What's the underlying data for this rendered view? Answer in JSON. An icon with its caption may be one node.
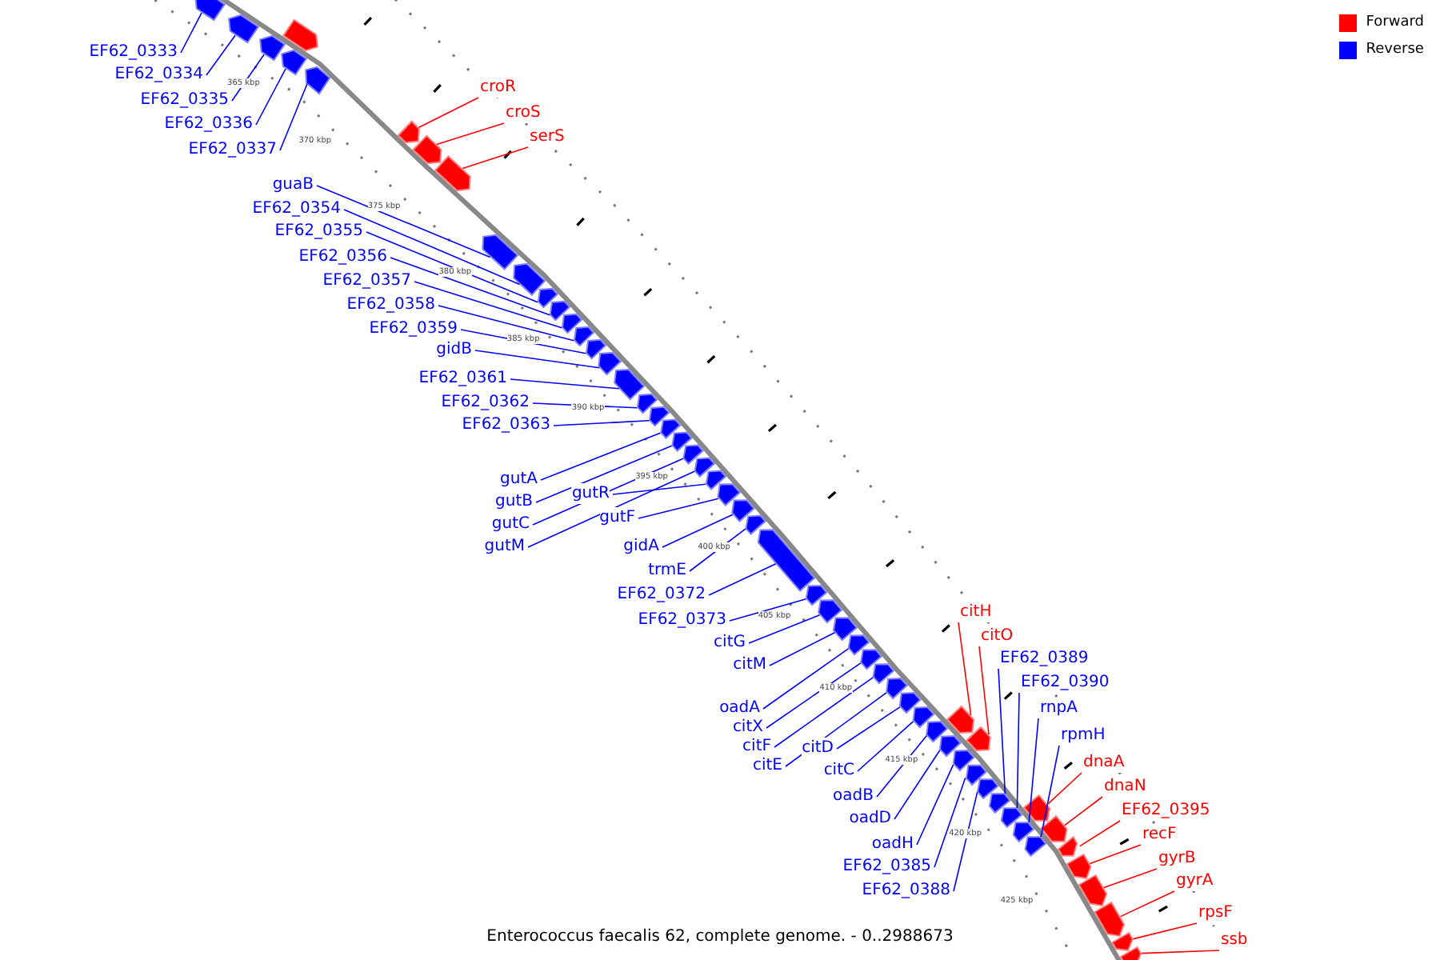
{
  "diagram": {
    "caption": "Enterococcus faecalis 62, complete genome. - 0..2988673",
    "nodes": [
      {
        "text": [
          "EF62_0333"
        ]
      },
      {
        "text": [
          "EF62_0334"
        ]
      },
      {
        "text": [
          "EF62_0335"
        ]
      },
      {
        "text": [
          "EF62_0336"
        ]
      },
      {
        "text": [
          "EF62_0337"
        ]
      },
      {
        "text": [
          "croR"
        ]
      },
      {
        "text": [
          "croS"
        ]
      },
      {
        "text": [
          "serS"
        ]
      },
      {
        "text": [
          "guaB"
        ]
      },
      {
        "text": [
          "EF62_0354"
        ]
      },
      {
        "text": [
          "EF62_0355"
        ]
      },
      {
        "text": [
          "EF62_0356"
        ]
      },
      {
        "text": [
          "EF62_0357"
        ]
      },
      {
        "text": [
          "EF62_0358"
        ]
      },
      {
        "text": [
          "EF62_0359"
        ]
      },
      {
        "text": [
          "gidB"
        ]
      },
      {
        "text": [
          "EF62_0361"
        ]
      },
      {
        "text": [
          "EF62_0362"
        ]
      },
      {
        "text": [
          "EF62_0363"
        ]
      },
      {
        "text": [
          "gutA"
        ]
      },
      {
        "text": [
          "gutR"
        ]
      },
      {
        "text": [
          "gutB"
        ]
      },
      {
        "text": [
          "gutF"
        ]
      },
      {
        "text": [
          "gutC"
        ]
      },
      {
        "text": [
          "gutM"
        ]
      },
      {
        "text": [
          "gidA"
        ]
      },
      {
        "text": [
          "trmE"
        ]
      },
      {
        "text": [
          "EF62_0372"
        ]
      },
      {
        "text": [
          "EF62_0373"
        ]
      },
      {
        "text": [
          "citG"
        ]
      },
      {
        "text": [
          "citM"
        ]
      },
      {
        "text": [
          "citH"
        ]
      },
      {
        "text": [
          "citO"
        ]
      },
      {
        "text": [
          "EF62_0389"
        ]
      },
      {
        "text": [
          "EF62_0390"
        ]
      },
      {
        "text": [
          "rnpA"
        ]
      },
      {
        "text": [
          "rpmH"
        ]
      },
      {
        "text": [
          "oadA"
        ]
      },
      {
        "text": [
          "citX"
        ]
      },
      {
        "text": [
          "citD"
        ]
      },
      {
        "text": [
          "citF"
        ]
      },
      {
        "text": [
          "citE"
        ]
      },
      {
        "text": [
          "citC"
        ]
      },
      {
        "text": [
          "dnaA"
        ]
      },
      {
        "text": [
          "dnaN"
        ]
      },
      {
        "text": [
          "oadB"
        ]
      },
      {
        "text": [
          "EF62_0395"
        ]
      },
      {
        "text": [
          "oadD"
        ]
      },
      {
        "text": [
          "recF"
        ]
      },
      {
        "text": [
          "oadH"
        ]
      },
      {
        "text": [
          "gyrB"
        ]
      },
      {
        "text": [
          "EF62_0385"
        ]
      },
      {
        "text": [
          "gyrA"
        ]
      },
      {
        "text": [
          "EF62_0388"
        ]
      },
      {
        "text": [
          "rpsF"
        ]
      },
      {
        "text": [
          "ssb"
        ]
      },
      {
        "text": [],
        "shape": "bar"
      },
      {
        "text": [],
        "shape": "bar"
      },
      {
        "text": [],
        "shape": "bar"
      },
      {
        "text": [],
        "shape": "bar"
      },
      {
        "text": [],
        "shape": "bar"
      },
      {
        "text": [],
        "shape": "bar"
      },
      {
        "text": [],
        "shape": "bar"
      },
      {
        "text": [],
        "shape": "bar"
      },
      {
        "text": [],
        "shape": "bar"
      },
      {
        "text": [],
        "shape": "bar"
      },
      {
        "text": [],
        "shape": "bar"
      },
      {
        "text": [],
        "shape": "bar"
      },
      {
        "text": [],
        "shape": "bar"
      },
      {
        "text": [],
        "shape": "bar"
      },
      {
        "text": [],
        "shape": "bar"
      },
      {
        "text": [],
        "shape": "bar"
      },
      {
        "text": [],
        "shape": "bar"
      },
      {
        "text": [],
        "shape": "bar"
      },
      {
        "text": [],
        "shape": "bar"
      },
      {
        "text": [],
        "shape": "bar"
      },
      {
        "text": [],
        "shape": "bar"
      },
      {
        "text": [],
        "shape": "bar"
      },
      {
        "text": [],
        "shape": "bar"
      },
      {
        "text": [],
        "shape": "bar"
      },
      {
        "text": [],
        "shape": "bar"
      },
      {
        "text": [],
        "shape": "bar"
      },
      {
        "text": [],
        "shape": "bar"
      },
      {
        "text": [],
        "shape": "bar"
      },
      {
        "text": [],
        "shape": "bar"
      },
      {
        "text": [],
        "shape": "bar"
      },
      {
        "text": [],
        "shape": "bar"
      },
      {
        "text": [],
        "shape": "bar"
      },
      {
        "text": [],
        "shape": "bar"
      },
      {
        "text": [],
        "shape": "bar"
      },
      {
        "text": [],
        "shape": "bar"
      },
      {
        "text": [],
        "shape": "bar"
      },
      {
        "text": [],
        "shape": "bar"
      },
      {
        "text": [],
        "shape": "bar"
      },
      {
        "text": [],
        "shape": "bar"
      },
      {
        "text": [],
        "shape": "bar"
      },
      {
        "text": [],
        "shape": "bar"
      },
      {
        "text": [],
        "shape": "bar"
      },
      {
        "text": [],
        "shape": "bar"
      },
      {
        "text": [],
        "shape": "bar"
      },
      {
        "text": [],
        "shape": "bar"
      },
      {
        "text": [],
        "shape": "bar"
      },
      {
        "text": [],
        "shape": "bar"
      },
      {
        "text": [],
        "shape": "bar"
      },
      {
        "text": [],
        "shape": "bar"
      },
      {
        "text": [],
        "shape": "bar"
      },
      {
        "text": [],
        "shape": "bar"
      },
      {
        "text": [],
        "shape": "bar"
      },
      {
        "text": [],
        "shape": "bar"
      },
      {
        "text": [],
        "shape": "bar"
      },
      {
        "text": [],
        "shape": "bar"
      },
      {
        "text": [],
        "shape": "bar"
      },
      {
        "text": [],
        "shape": "bar"
      }
    ],
    "edges": [
      {
        "from": 0,
        "to": 56,
        "arrow": "none"
      },
      {
        "from": 1,
        "to": 57,
        "arrow": "none"
      },
      {
        "from": 2,
        "to": 58,
        "arrow": "none"
      },
      {
        "from": 3,
        "to": 59,
        "arrow": "none"
      },
      {
        "from": 4,
        "to": 60,
        "arrow": "none"
      },
      {
        "from": 5,
        "to": 61,
        "arrow": "none",
        "color": "#ff0000"
      },
      {
        "from": 6,
        "to": 62,
        "arrow": "none",
        "color": "#ff0000"
      },
      {
        "from": 7,
        "to": 63,
        "arrow": "none",
        "color": "#ff0000"
      },
      {
        "from": 8,
        "to": 64,
        "arrow": "none"
      },
      {
        "from": 9,
        "to": 65,
        "arrow": "none"
      },
      {
        "from": 10,
        "to": 66,
        "arrow": "none"
      },
      {
        "from": 11,
        "to": 67,
        "arrow": "none"
      },
      {
        "from": 12,
        "to": 68,
        "arrow": "none"
      },
      {
        "from": 13,
        "to": 69,
        "arrow": "none"
      },
      {
        "from": 14,
        "to": 70,
        "arrow": "none"
      },
      {
        "from": 15,
        "to": 71,
        "arrow": "none"
      },
      {
        "from": 16,
        "to": 72,
        "arrow": "none"
      },
      {
        "from": 17,
        "to": 73,
        "arrow": "none"
      },
      {
        "from": 18,
        "to": 74,
        "arrow": "none"
      },
      {
        "from": 19,
        "to": 75,
        "arrow": "none"
      },
      {
        "from": 20,
        "to": 76,
        "arrow": "none"
      },
      {
        "from": 21,
        "to": 77,
        "arrow": "none"
      },
      {
        "from": 22,
        "to": 78,
        "arrow": "none"
      },
      {
        "from": 23,
        "to": 79,
        "arrow": "none"
      },
      {
        "from": 24,
        "to": 80,
        "arrow": "none"
      },
      {
        "from": 25,
        "to": 81,
        "arrow": "none"
      },
      {
        "from": 26,
        "to": 82,
        "arrow": "none"
      },
      {
        "from": 27,
        "to": 83,
        "arrow": "none"
      },
      {
        "from": 28,
        "to": 84,
        "arrow": "none"
      },
      {
        "from": 29,
        "to": 85,
        "arrow": "none"
      },
      {
        "from": 30,
        "to": 86,
        "arrow": "none"
      },
      {
        "from": 31,
        "to": 87,
        "arrow": "none",
        "color": "#ff0000"
      },
      {
        "from": 32,
        "to": 88,
        "arrow": "none",
        "color": "#ff0000"
      },
      {
        "from": 33,
        "to": 89,
        "arrow": "none"
      },
      {
        "from": 34,
        "to": 90,
        "arrow": "none"
      },
      {
        "from": 35,
        "to": 91,
        "arrow": "none"
      },
      {
        "from": 36,
        "to": 92,
        "arrow": "none"
      },
      {
        "from": 37,
        "to": 93,
        "arrow": "none"
      },
      {
        "from": 38,
        "to": 94,
        "arrow": "none"
      },
      {
        "from": 39,
        "to": 95,
        "arrow": "none"
      },
      {
        "from": 40,
        "to": 96,
        "arrow": "none"
      },
      {
        "from": 41,
        "to": 97,
        "arrow": "none"
      },
      {
        "from": 42,
        "to": 98,
        "arrow": "none"
      },
      {
        "from": 43,
        "to": 99,
        "arrow": "none",
        "color": "#ff0000"
      },
      {
        "from": 44,
        "to": 100,
        "arrow": "none",
        "color": "#ff0000"
      },
      {
        "from": 45,
        "to": 101,
        "arrow": "none"
      },
      {
        "from": 46,
        "to": 102,
        "arrow": "none",
        "color": "#ff0000"
      },
      {
        "from": 47,
        "to": 103,
        "arrow": "none"
      },
      {
        "from": 48,
        "to": 104,
        "arrow": "none",
        "color": "#ff0000"
      },
      {
        "from": 49,
        "to": 105,
        "arrow": "none"
      },
      {
        "from": 50,
        "to": 106,
        "arrow": "none",
        "color": "#ff0000"
      },
      {
        "from": 51,
        "to": 107,
        "arrow": "none"
      },
      {
        "from": 52,
        "to": 108,
        "arrow": "none",
        "color": "#ff0000"
      },
      {
        "from": 53,
        "to": 109,
        "arrow": "none"
      },
      {
        "from": 54,
        "to": 110,
        "arrow": "none",
        "color": "#ff0000"
      },
      {
        "from": 55,
        "to": 111,
        "arrow": "none",
        "color": "#ff0000"
      }
    ],
    "labels": [
      "365 kbp",
      "370 kbp",
      "375 kbp",
      "380 kbp",
      "385 kbp",
      "390 kbp",
      "395 kbp",
      "400 kbp",
      "405 kbp",
      "410 kbp",
      "415 kbp",
      "420 kbp",
      "425 kbp"
    ],
    "legend": [
      {
        "text": "Forward",
        "color": "#ff0000"
      },
      {
        "text": "Reverse",
        "color": "#0000ff"
      }
    ]
  }
}
